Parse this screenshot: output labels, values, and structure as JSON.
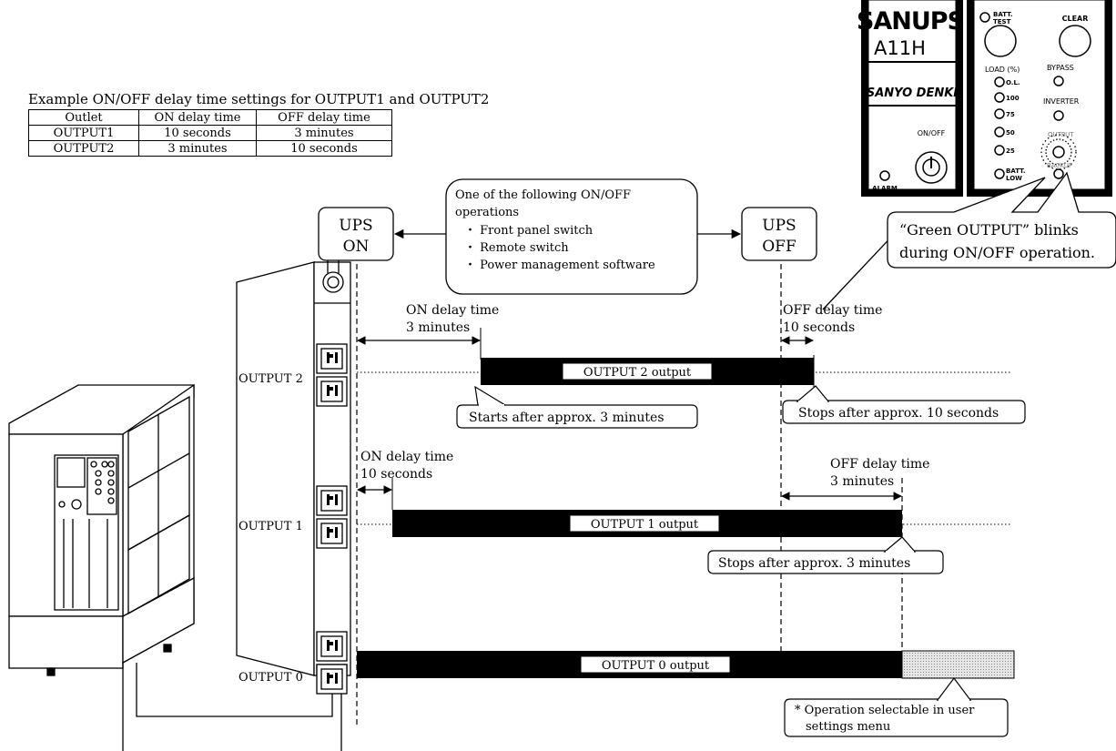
{
  "table": {
    "caption": "Example ON/OFF delay time settings for OUTPUT1 and OUTPUT2",
    "headers": [
      "Outlet",
      "ON delay time",
      "OFF delay time"
    ],
    "rows": [
      [
        "OUTPUT1",
        "10 seconds",
        "3 minutes"
      ],
      [
        "OUTPUT2",
        "3 minutes",
        "10 seconds"
      ]
    ]
  },
  "ups_on": [
    "UPS",
    "ON"
  ],
  "ups_off": [
    "UPS",
    "OFF"
  ],
  "operations": {
    "intro": [
      "One of the following ON/OFF",
      "operations"
    ],
    "items": [
      "・ Front panel switch",
      "・ Remote switch",
      "・ Power management software"
    ]
  },
  "panel": {
    "brand": "SANUPS",
    "model": "A11H",
    "maker": "SANYO DENKI",
    "on_off": "ON/OFF",
    "alarm": "ALARM",
    "batt_test": [
      "BATT.",
      "TEST"
    ],
    "clear": "CLEAR",
    "load": "LOAD (%)",
    "levels": [
      "O.L.",
      "100",
      "75",
      "50",
      "25"
    ],
    "bypass": "BYPASS",
    "inverter": "INVERTER",
    "output": "OUTPUT",
    "backup": "BACKUP",
    "batt_low": [
      "BATT.",
      "LOW"
    ]
  },
  "blink_note": [
    "“Green OUTPUT” blinks",
    "during ON/OFF operation."
  ],
  "outputs": {
    "output2": {
      "label": "OUTPUT 2",
      "bar": "OUTPUT 2 output",
      "on_delay": [
        "ON delay time",
        "3 minutes"
      ],
      "off_delay": [
        "OFF delay time",
        "10 seconds"
      ],
      "start_note": "Starts after approx. 3 minutes",
      "stop_note": "Stops after approx. 10 seconds"
    },
    "output1": {
      "label": "OUTPUT 1",
      "bar": "OUTPUT 1 output",
      "on_delay": [
        "ON delay time",
        "10 seconds"
      ],
      "off_delay": [
        "OFF delay time",
        "3 minutes"
      ],
      "stop_note": "Stops after approx. 3 minutes"
    },
    "output0": {
      "label": "OUTPUT 0",
      "bar": "OUTPUT 0 output",
      "note": [
        "* Operation selectable in user",
        "settings menu"
      ]
    }
  },
  "colors": {
    "bar": "#000000",
    "selectable": "#cccccc",
    "line": "#000000"
  }
}
